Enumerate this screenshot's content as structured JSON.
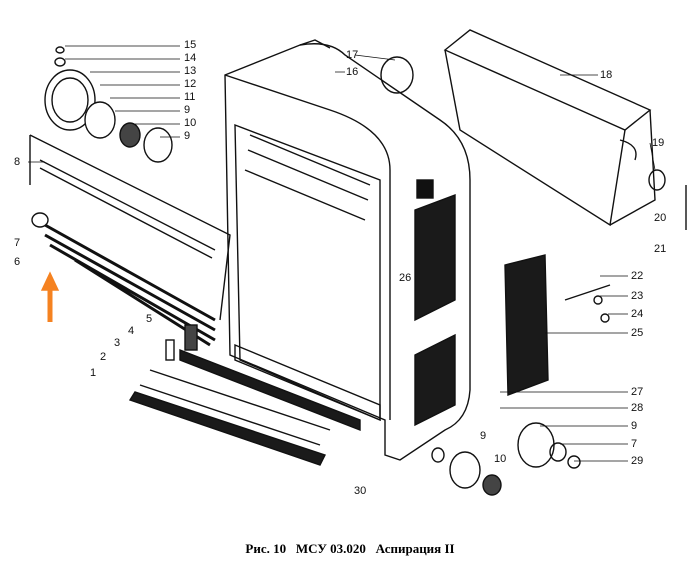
{
  "caption": "Рис. 10   МСУ 03.020   Аспирация II",
  "part_labels": [
    "15",
    "14",
    "13",
    "12",
    "11",
    "9",
    "10",
    "9",
    "17",
    "16",
    "18",
    "8",
    "19",
    "20",
    "21",
    "7",
    "6",
    "26",
    "22",
    "23",
    "24",
    "25",
    "5",
    "4",
    "3",
    "2",
    "1",
    "27",
    "28",
    "9",
    "7",
    "29",
    "9",
    "10",
    "30"
  ],
  "colors": {
    "line": "#111111",
    "highlight_arrow": "#f58220",
    "panel": "#1a1a1a"
  }
}
